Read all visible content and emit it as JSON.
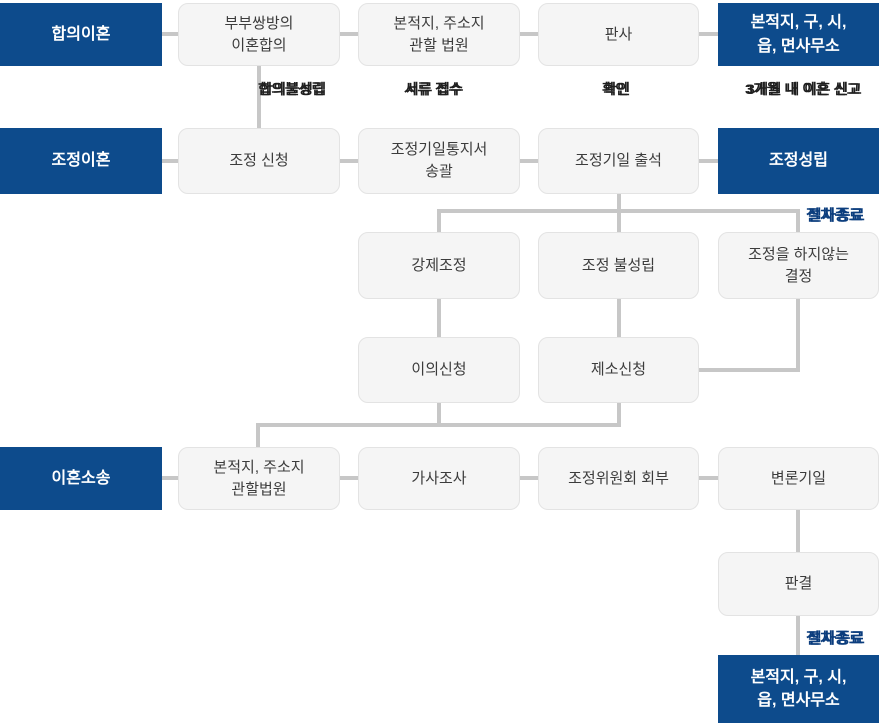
{
  "colors": {
    "primary": "#0d4b8c",
    "box_bg": "#f5f5f5",
    "box_border": "#e3e3e3",
    "connector": "#c7c7c7",
    "edge_label": "#1f1f1f",
    "end_label": "#0b3d7d"
  },
  "lanes": {
    "consent_divorce": "합의이혼",
    "mediation_divorce": "조정이혼",
    "divorce_litigation": "이혼소송"
  },
  "boxes": {
    "mutual_agreement": "부부쌍방의\n이혼합의",
    "competent_court_row1": "본적지, 주소지\n관할 법원",
    "judge": "판사",
    "registry_office_row1": "본적지, 구, 시,\n읍, 면사무소",
    "mediation_request": "조정 신청",
    "mediation_notice": "조정기일통지서\n송괄",
    "mediation_attendance": "조정기일 출석",
    "mediation_established": "조정성립",
    "forced_mediation": "강제조정",
    "mediation_failure": "조정 불성립",
    "no_mediation_decision": "조정을 하지않는\n결정",
    "objection_request": "이의신청",
    "lawsuit_filing": "제소신청",
    "competent_court_row5": "본적지, 주소지\n관할법원",
    "family_investigation": "가사조사",
    "mediation_committee_referral": "조정위원회 회부",
    "trial_date": "변론기일",
    "judgment": "판결",
    "registry_office_bottom": "본적지, 구, 시,\n읍, 면사무소"
  },
  "edge_labels": {
    "agreement_failure": "합의불성립",
    "document_submission": "서류 접수",
    "confirmation": "확인",
    "report_within_3_months": "3개월 내 이혼 신고",
    "procedure_end_top": "절차종료",
    "procedure_end_bottom": "절차종료"
  }
}
